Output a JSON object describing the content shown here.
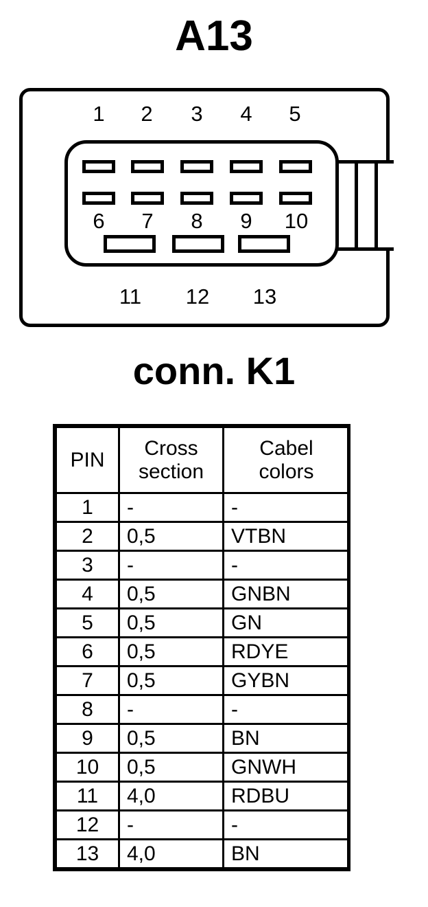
{
  "diagram": {
    "title": "A13",
    "connector_name": "conn. K1",
    "pin_numbers_row1": [
      "1",
      "2",
      "3",
      "4",
      "5"
    ],
    "pin_numbers_row2": [
      "6",
      "7",
      "8",
      "9",
      "10"
    ],
    "pin_numbers_row3": [
      "11",
      "12",
      "13"
    ],
    "colors": {
      "line": "#000000",
      "background": "#ffffff"
    }
  },
  "table": {
    "headers": [
      "PIN",
      "Cross section",
      "Cabel colors"
    ],
    "header_lines": {
      "pin": "PIN",
      "cross_line1": "Cross",
      "cross_line2": "section",
      "color_line1": "Cabel",
      "color_line2": "colors"
    },
    "rows": [
      {
        "pin": "1",
        "cross_section": "-",
        "cable_color": "-"
      },
      {
        "pin": "2",
        "cross_section": "0,5",
        "cable_color": "VTBN"
      },
      {
        "pin": "3",
        "cross_section": "-",
        "cable_color": "-"
      },
      {
        "pin": "4",
        "cross_section": "0,5",
        "cable_color": "GNBN"
      },
      {
        "pin": "5",
        "cross_section": "0,5",
        "cable_color": "GN"
      },
      {
        "pin": "6",
        "cross_section": "0,5",
        "cable_color": "RDYE"
      },
      {
        "pin": "7",
        "cross_section": "0,5",
        "cable_color": "GYBN"
      },
      {
        "pin": "8",
        "cross_section": "-",
        "cable_color": "-"
      },
      {
        "pin": "9",
        "cross_section": "0,5",
        "cable_color": "BN"
      },
      {
        "pin": "10",
        "cross_section": "0,5",
        "cable_color": "GNWH"
      },
      {
        "pin": "11",
        "cross_section": "4,0",
        "cable_color": "RDBU"
      },
      {
        "pin": "12",
        "cross_section": "-",
        "cable_color": "-"
      },
      {
        "pin": "13",
        "cross_section": "4,0",
        "cable_color": "BN"
      }
    ]
  }
}
